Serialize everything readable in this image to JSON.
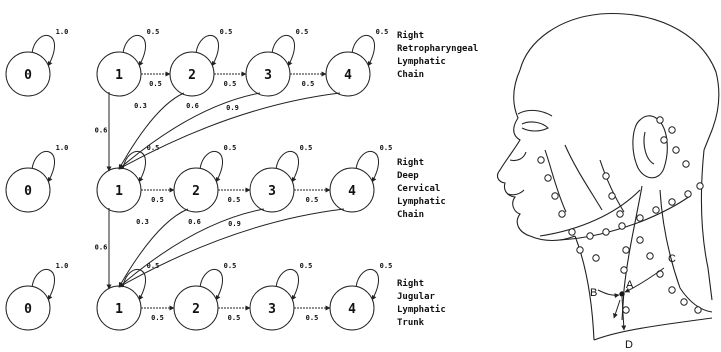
{
  "chains": [
    {
      "name": "right-retropharyngeal-chain",
      "label_lines": [
        "Right",
        "Retropharyngeal",
        "Lymphatic",
        "Chain"
      ],
      "state_nodes": [
        "0",
        "1",
        "2",
        "3",
        "4"
      ],
      "self_loop_probabilities": [
        "1.0",
        "0.5",
        "0.5",
        "0.5",
        "0.5"
      ],
      "forward_probabilities": [
        "0.5",
        "0.5",
        "0.5"
      ]
    },
    {
      "name": "right-deep-cervical-chain",
      "label_lines": [
        "Right",
        "Deep",
        "Cervical",
        "Lymphatic",
        "Chain"
      ],
      "state_nodes": [
        "0",
        "1",
        "2",
        "3",
        "4"
      ],
      "self_loop_probabilities": [
        "1.0",
        "0.5",
        "0.5",
        "0.5",
        "0.5"
      ],
      "forward_probabilities": [
        "0.5",
        "0.5",
        "0.5"
      ]
    },
    {
      "name": "right-jugular-trunk",
      "label_lines": [
        "Right",
        "Jugular",
        "Lymphatic",
        "Trunk"
      ],
      "state_nodes": [
        "0",
        "1",
        "2",
        "3",
        "4"
      ],
      "self_loop_probabilities": [
        "1.0",
        "0.5",
        "0.5",
        "0.5",
        "0.5"
      ],
      "forward_probabilities": [
        "0.5",
        "0.5",
        "0.5"
      ]
    }
  ],
  "inter_chain_transitions": [
    {
      "from": "retropharyngeal-1",
      "to": "deep-cervical-1",
      "label": "0.6"
    },
    {
      "from": "retropharyngeal-2",
      "to": "deep-cervical-1",
      "label": "0.3"
    },
    {
      "from": "retropharyngeal-3",
      "to": "deep-cervical-1",
      "label": "0.6"
    },
    {
      "from": "retropharyngeal-4",
      "to": "deep-cervical-1",
      "label": "0.9"
    },
    {
      "from": "deep-cervical-1",
      "to": "jugular-1",
      "label": "0.6"
    },
    {
      "from": "deep-cervical-2",
      "to": "jugular-1",
      "label": "0.3"
    },
    {
      "from": "deep-cervical-3",
      "to": "jugular-1",
      "label": "0.6"
    },
    {
      "from": "deep-cervical-4",
      "to": "jugular-1",
      "label": "0.9"
    }
  ],
  "illustration": {
    "subject": "head-and-neck-lymph-node-drawing",
    "point_labels": [
      "A",
      "B",
      "C",
      "D"
    ]
  }
}
